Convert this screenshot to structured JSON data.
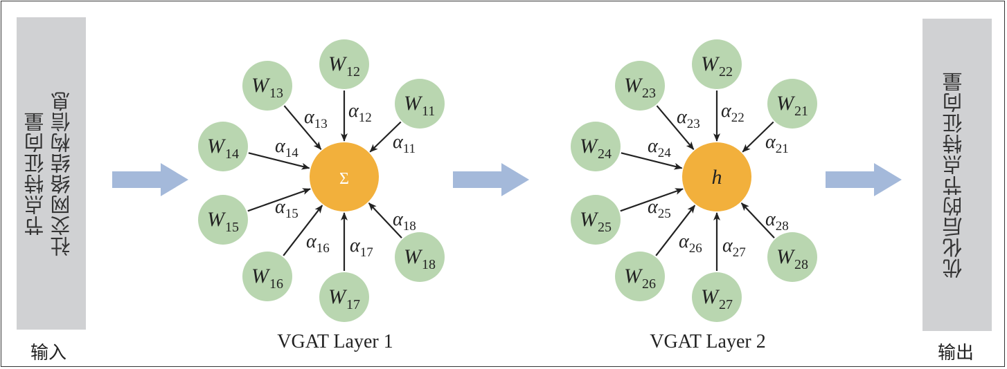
{
  "input": {
    "panel_line1": "节点特征向量",
    "panel_line2": "社交网络结构信息",
    "caption": "输入"
  },
  "output": {
    "panel_text": "优化后的节点特征向量",
    "caption": "输出"
  },
  "colors": {
    "neighbor_fill": "#b9d6b0",
    "center_fill": "#f2b03c",
    "flow_arrow": "#a4b9da",
    "panel": "#d0d1d3",
    "edge": "#222222"
  },
  "layers": [
    {
      "title": "VGAT Layer 1",
      "center_symbol": "Σ",
      "center_italic": false,
      "center_text_color": "#ffffff",
      "neighbors": [
        {
          "w": "W",
          "w_sub": "11",
          "a": "α",
          "a_sub": "11"
        },
        {
          "w": "W",
          "w_sub": "12",
          "a": "α",
          "a_sub": "12"
        },
        {
          "w": "W",
          "w_sub": "13",
          "a": "α",
          "a_sub": "13"
        },
        {
          "w": "W",
          "w_sub": "14",
          "a": "α",
          "a_sub": "14"
        },
        {
          "w": "W",
          "w_sub": "15",
          "a": "α",
          "a_sub": "15"
        },
        {
          "w": "W",
          "w_sub": "16",
          "a": "α",
          "a_sub": "16"
        },
        {
          "w": "W",
          "w_sub": "17",
          "a": "α",
          "a_sub": "17"
        },
        {
          "w": "W",
          "w_sub": "18",
          "a": "α",
          "a_sub": "18"
        }
      ]
    },
    {
      "title": "VGAT Layer 2",
      "center_symbol": "h",
      "center_italic": true,
      "center_text_color": "#222222",
      "neighbors": [
        {
          "w": "W",
          "w_sub": "21",
          "a": "α",
          "a_sub": "21"
        },
        {
          "w": "W",
          "w_sub": "22",
          "a": "α",
          "a_sub": "22"
        },
        {
          "w": "W",
          "w_sub": "23",
          "a": "α",
          "a_sub": "23"
        },
        {
          "w": "W",
          "w_sub": "24",
          "a": "α",
          "a_sub": "24"
        },
        {
          "w": "W",
          "w_sub": "25",
          "a": "α",
          "a_sub": "25"
        },
        {
          "w": "W",
          "w_sub": "26",
          "a": "α",
          "a_sub": "26"
        },
        {
          "w": "W",
          "w_sub": "27",
          "a": "α",
          "a_sub": "27"
        },
        {
          "w": "W",
          "w_sub": "28",
          "a": "α",
          "a_sub": "28"
        }
      ]
    }
  ],
  "flow_arrows": [
    "input-to-layer1",
    "layer1-to-layer2",
    "layer2-to-output"
  ]
}
